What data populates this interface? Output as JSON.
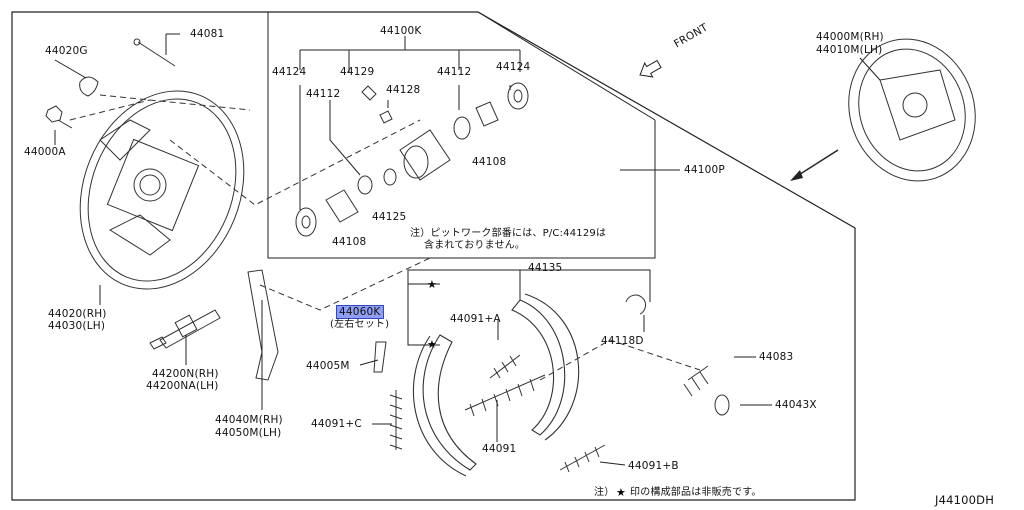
{
  "diagram_code": "J44100DH",
  "front_label": "FRONT",
  "notes": {
    "pitwork_line1": "注）ピットワーク部番には、P/C:44129は",
    "pitwork_line2": "含まれておりません。",
    "not_sold_prefix": "注）",
    "not_sold_text": "印の構成部品は非販売です。"
  },
  "parts": {
    "p44081": "44081",
    "p44020g": "44020G",
    "p44000a": "44000A",
    "p44020rh": "44020(RH)",
    "p44030lh": "44030(LH)",
    "p44200n": "44200N(RH)",
    "p44200na": "44200NA(LH)",
    "p44040m": "44040M(RH)",
    "p44050m": "44050M(LH)",
    "p44005m": "44005M",
    "p44091c": "44091+C",
    "p44060k": "44060K",
    "p44060k_sub": "(左右セット)",
    "p44091a": "44091+A",
    "p44091": "44091",
    "p44091b": "44091+B",
    "p44135": "44135",
    "p44118d": "44118D",
    "p44083": "44083",
    "p44043x": "44043X",
    "p44100p": "44100P",
    "p44000m": "44000M(RH)",
    "p44010m": "44010M(LH)",
    "p44100k": "44100K",
    "p44124_l": "44124",
    "p44129": "44129",
    "p44112_l": "44112",
    "p44128": "44128",
    "p44112_r": "44112",
    "p44124_r": "44124",
    "p44108_r": "44108",
    "p44125": "44125",
    "p44108_l": "44108"
  },
  "colors": {
    "highlight_fill": "#8f9df2",
    "highlight_border": "#3348c8",
    "line": "#222222"
  }
}
